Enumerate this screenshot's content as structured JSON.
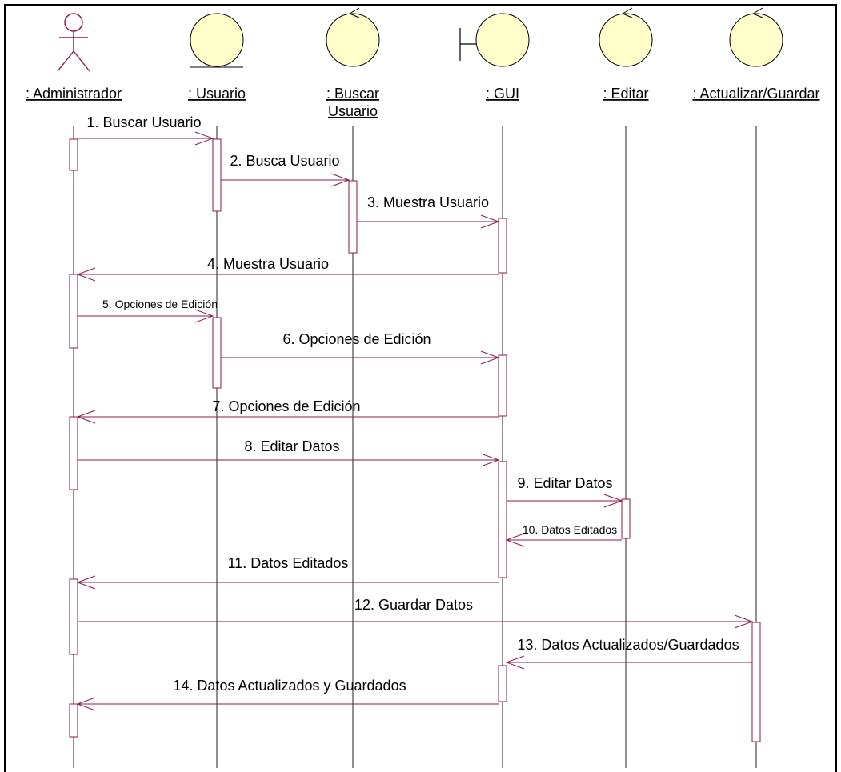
{
  "diagram": {
    "colors": {
      "line": "#8b1a4a",
      "head_fill": "#ffffcc",
      "head_stroke": "#000000",
      "text": "#000000"
    },
    "participants": [
      {
        "id": "admin",
        "label": ": Administrador",
        "icon": "actor-icon"
      },
      {
        "id": "usuario",
        "label": ": Usuario",
        "icon": "entity-icon"
      },
      {
        "id": "buscar",
        "label_lines": [
          ": Buscar",
          "Usuario"
        ],
        "icon": "control-icon"
      },
      {
        "id": "gui",
        "label": ": GUI",
        "icon": "boundary-icon"
      },
      {
        "id": "editar",
        "label": ": Editar",
        "icon": "control-icon"
      },
      {
        "id": "actualizar",
        "label": ": Actualizar/Guardar",
        "icon": "control-icon"
      }
    ],
    "messages": [
      {
        "num": 1,
        "text": "1. Buscar Usuario",
        "from": "admin",
        "to": "usuario"
      },
      {
        "num": 2,
        "text": "2. Busca Usuario",
        "from": "usuario",
        "to": "buscar"
      },
      {
        "num": 3,
        "text": "3. Muestra Usuario",
        "from": "buscar",
        "to": "gui"
      },
      {
        "num": 4,
        "text": "4. Muestra Usuario",
        "from": "gui",
        "to": "admin"
      },
      {
        "num": 5,
        "text": "5. Opciones de Edición",
        "from": "admin",
        "to": "usuario"
      },
      {
        "num": 6,
        "text": "6. Opciones de Edición",
        "from": "usuario",
        "to": "gui"
      },
      {
        "num": 7,
        "text": "7. Opciones de Edición",
        "from": "gui",
        "to": "admin"
      },
      {
        "num": 8,
        "text": "8. Editar Datos",
        "from": "admin",
        "to": "gui"
      },
      {
        "num": 9,
        "text": "9. Editar Datos",
        "from": "gui",
        "to": "editar"
      },
      {
        "num": 10,
        "text": "10. Datos Editados",
        "from": "editar",
        "to": "gui"
      },
      {
        "num": 11,
        "text": "11. Datos Editados",
        "from": "gui",
        "to": "admin"
      },
      {
        "num": 12,
        "text": "12. Guardar Datos",
        "from": "admin",
        "to": "actualizar"
      },
      {
        "num": 13,
        "text": "13. Datos Actualizados/Guardados",
        "from": "actualizar",
        "to": "gui"
      },
      {
        "num": 14,
        "text": "14. Datos Actualizados y Guardados",
        "from": "gui",
        "to": "admin"
      }
    ]
  }
}
